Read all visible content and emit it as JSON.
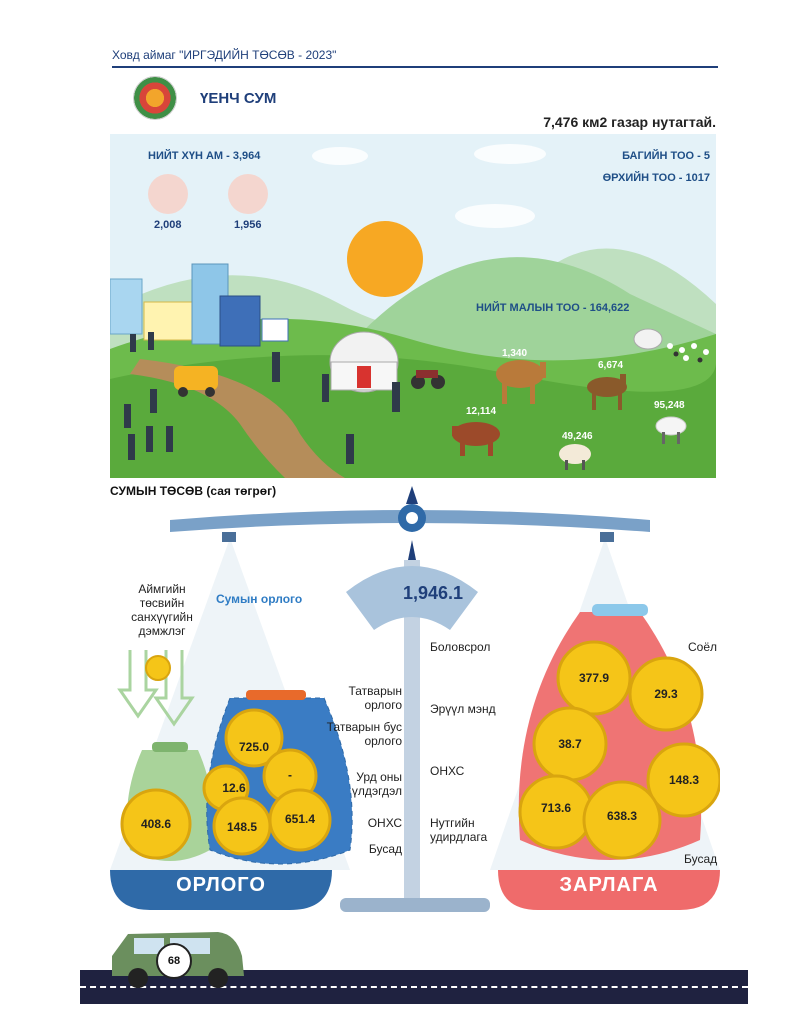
{
  "header": {
    "title": "Ховд аймаг \"ИРГЭДИЙН ТӨСӨВ - 2023\"",
    "sum_name": "ҮЕНЧ СУМ",
    "area": "7,476 км2 газар нутагтай."
  },
  "population": {
    "label": "НИЙТ ХҮН АМ - 3,964",
    "male": "2,008",
    "female": "1,956"
  },
  "stats": {
    "bag": "БАГИЙН ТОО - 5",
    "household": "ӨРХИЙН ТОО - 1017",
    "livestock": "НИЙТ МАЛЫН ТОО - 164,622"
  },
  "animals": {
    "camel": "1,340",
    "horse": "6,674",
    "cattle": "12,114",
    "sheep": "49,246",
    "goat": "95,248"
  },
  "budget": {
    "title": "СУМЫН ТӨСӨВ (сая төгрөг)",
    "total": "1,946.1",
    "income_word": "ОРЛОГО",
    "expense_word": "ЗАРЛАГА",
    "sum_income_label": "Сумын орлого",
    "aimag_support_label": "Аймгийн төсвийн санхүүгийн дэмжлэг",
    "support_value": "408.6",
    "income": [
      {
        "label": "Татварын орлого",
        "value": "725.0"
      },
      {
        "label": "Татварын бус орлого",
        "value": "12.6"
      },
      {
        "label": "Урд оны үлдэгдэл",
        "value": "-"
      },
      {
        "label": "ОНХС",
        "value": "651.4"
      },
      {
        "label": "Бусад",
        "value": "148.5"
      }
    ],
    "expense": [
      {
        "label": "Боловсрол",
        "value": "377.9"
      },
      {
        "label": "Соёл",
        "value": "29.3"
      },
      {
        "label": "Эрүүл мэнд",
        "value": "38.7"
      },
      {
        "label": "ОНХС",
        "value": "713.6"
      },
      {
        "label": "Нутгийн удирдлага",
        "value": "638.3"
      },
      {
        "label": "Бусад",
        "value": "148.3"
      }
    ]
  },
  "page_number": "68",
  "colors": {
    "navy": "#1f3f7a",
    "gold": "#f5c518",
    "income_blue": "#3a7cc4",
    "expense_red": "#ef6b6b",
    "grass": "#5aaa3c"
  }
}
